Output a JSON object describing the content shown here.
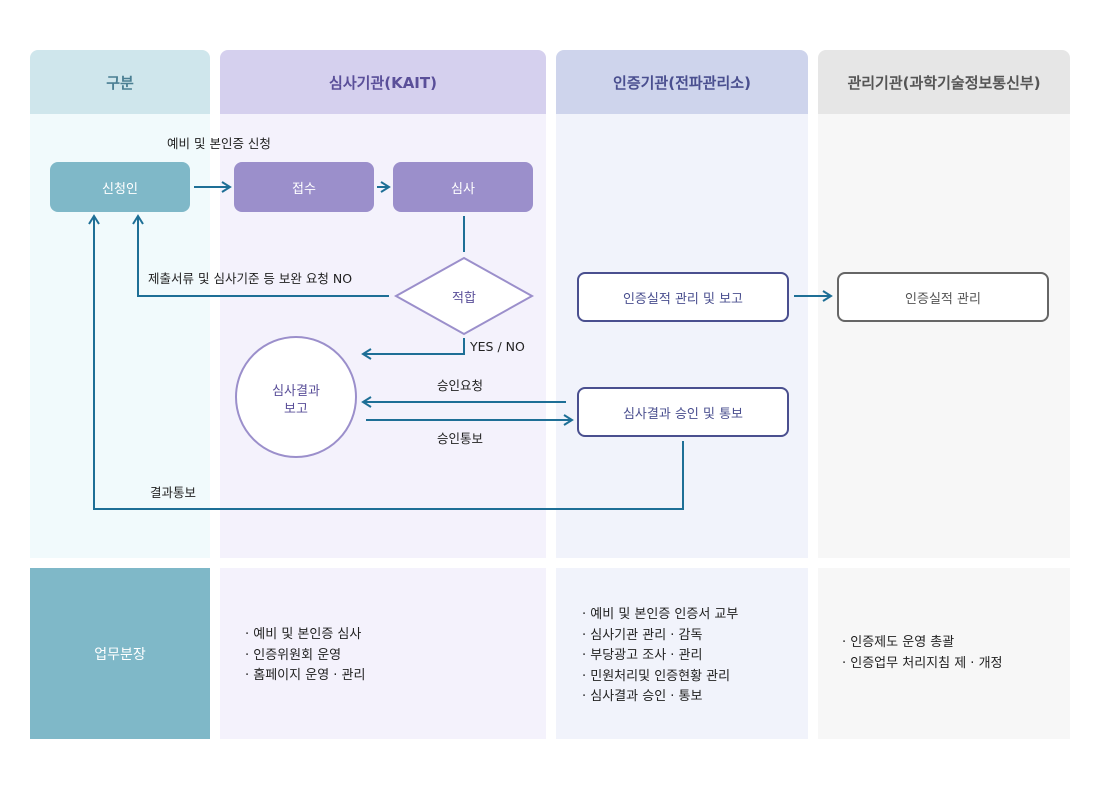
{
  "headers": {
    "category": "구분",
    "kait": "심사기관(KAIT)",
    "cert": "인증기관(전파관리소)",
    "mgmt": "관리기관(과학기술정보통신부)"
  },
  "flow": {
    "applicant": "신청인",
    "receipt": "접수",
    "review": "심사",
    "fit": "적합",
    "result_report": [
      "심사결과",
      "보고"
    ],
    "cert_manage_report": "인증실적 관리 및 보고",
    "cert_manage": "인증실적 관리",
    "approval_notice_box": "심사결과 승인 및 통보"
  },
  "labels": {
    "apply": "예비 및 본인증 신청",
    "supplement": "제출서류 및 심사기준 등 보완 요청 NO",
    "yes_no": "YES / NO",
    "approval_request": "승인요청",
    "approval_notice": "승인통보",
    "result_notice": "결과통보"
  },
  "duties": {
    "title": "업무분장",
    "kait": [
      "예비 및 본인증 심사",
      "인증위원회 운영",
      "홈페이지 운영 · 관리"
    ],
    "cert": [
      "예비 및 본인증 인증서 교부",
      "심사기관 관리 · 감독",
      "부당광고 조사 · 관리",
      "민원처리및 인증현황 관리",
      "심사결과 승인 · 통보"
    ],
    "mgmt": [
      "인증제도 운영 총괄",
      "인증업무 처리지침 제 · 개정"
    ]
  },
  "colors": {
    "teal": "#7fb8c8",
    "purple": "#9b8fcb",
    "navy": "#4a4f8f",
    "arrow": "#1e6f96"
  }
}
